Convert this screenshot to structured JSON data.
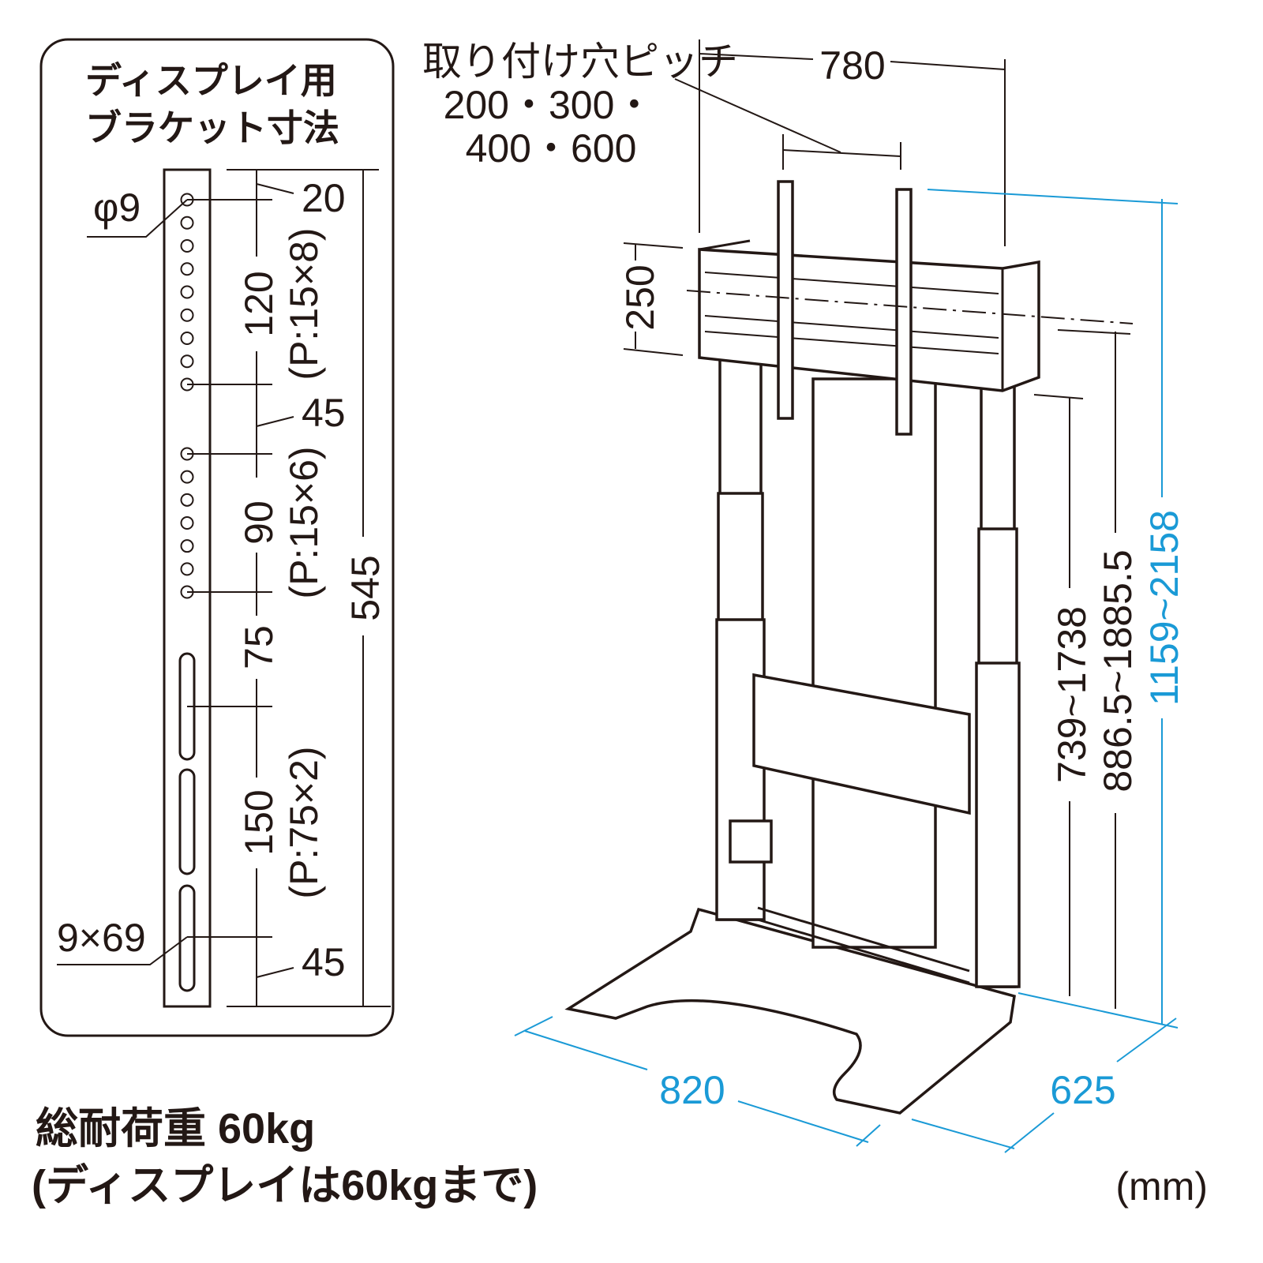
{
  "bracket_panel": {
    "title_line1": "ディスプレイ用",
    "title_line2": "ブラケット寸法",
    "hole_diameter": "φ9",
    "slot_size": "9×69",
    "dim_top": "20",
    "dim_120": "120",
    "pitch_120": "(P:15×8)",
    "dim_45_upper": "45",
    "dim_90": "90",
    "pitch_90": "(P:15×6)",
    "dim_75": "75",
    "dim_150": "150",
    "pitch_150": "(P:75×2)",
    "dim_45_lower": "45",
    "dim_total": "545"
  },
  "stand": {
    "mount_pitch_label": "取り付け穴ピッチ",
    "mount_pitch_values_1": "200・300・",
    "mount_pitch_values_2": "400・600",
    "width_top": "780",
    "height_bracket": "250",
    "height_range_1": "739~1738",
    "height_range_2": "886.5~1885.5",
    "height_total": "1159~2158",
    "width_base": "820",
    "depth_base": "625"
  },
  "footer": {
    "load_line1": "総耐荷重 60kg",
    "load_line2": "(ディスプレイは60kgまで)",
    "unit": "(mm)"
  },
  "colors": {
    "line": "#231815",
    "dimension_blue": "#1a9ad6"
  }
}
